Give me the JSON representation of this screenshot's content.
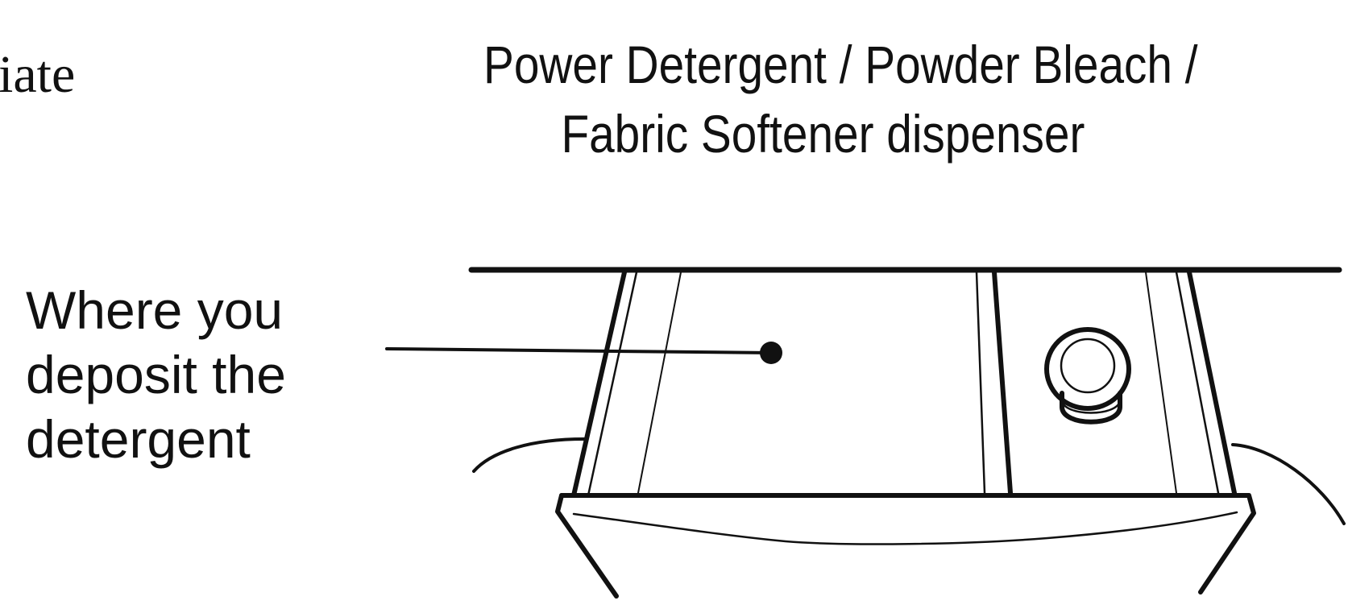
{
  "fragment_text": "iate",
  "title": {
    "line1": "Power Detergent / Powder Bleach /",
    "line2": "Fabric Softener dispenser"
  },
  "callout": {
    "line1": "Where you",
    "line2": "deposit the",
    "line3": "detergent"
  },
  "colors": {
    "ink": "#111111",
    "background": "#ffffff"
  }
}
